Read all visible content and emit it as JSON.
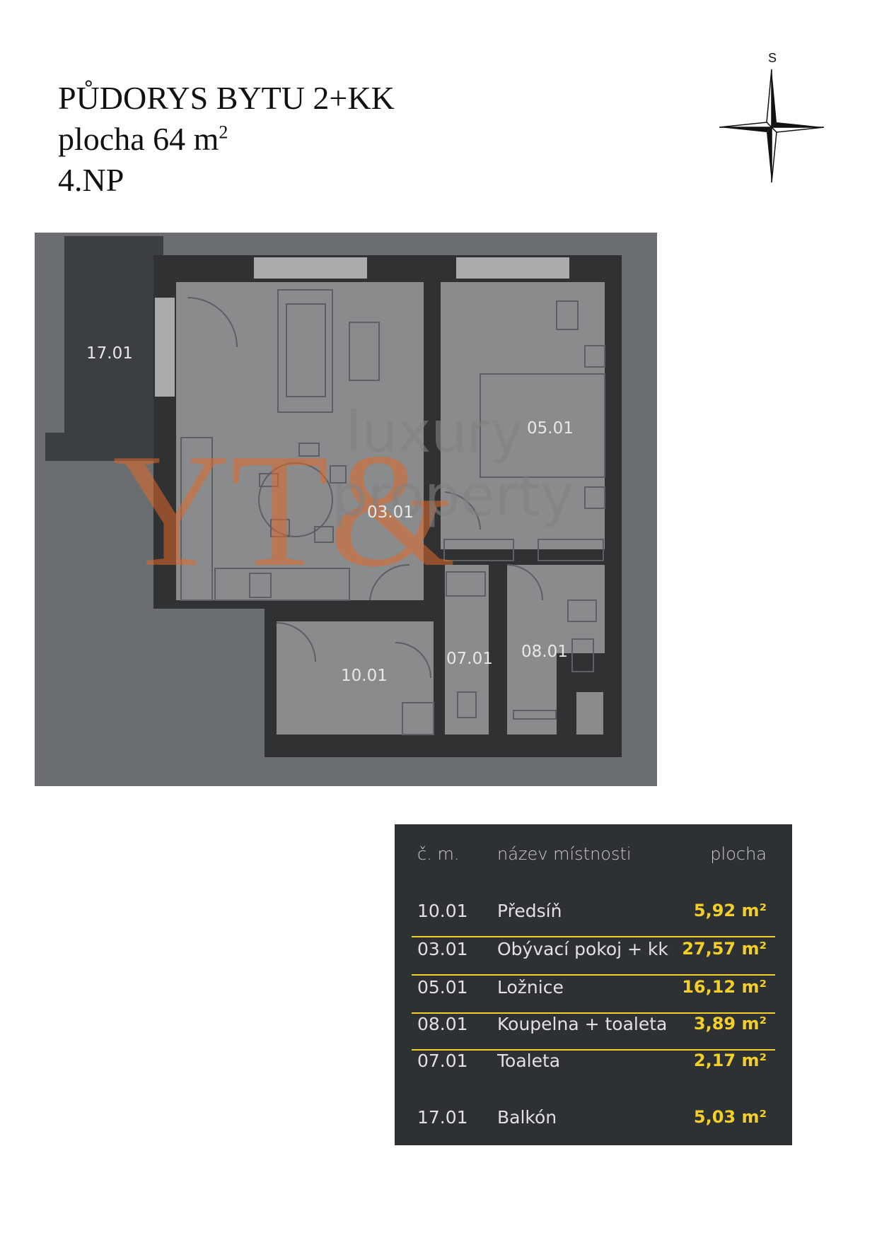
{
  "title": {
    "line1": "PŮDORYS BYTU 2+KK",
    "line2_prefix": "plocha 64 m",
    "line2_sup": "2",
    "line3": "4.NP"
  },
  "compass": {
    "label": "S"
  },
  "plan": {
    "rooms": {
      "r1701": "17.01",
      "r0501": "05.01",
      "r0301": "03.01",
      "r0701": "07.01",
      "r0801": "08.01",
      "r1001": "10.01"
    },
    "watermark": {
      "monogram": "YT&",
      "text1": "luxury",
      "text2": "property"
    }
  },
  "legend": {
    "headers": {
      "no": "č. m.",
      "name": "název místnosti",
      "area": "plocha"
    },
    "rows": [
      {
        "no": "10.01",
        "name": "Předsíň",
        "area": "5,92 m²"
      },
      {
        "no": "03.01",
        "name": "Obývací pokoj + kk",
        "area": "27,57 m²"
      },
      {
        "no": "05.01",
        "name": "Ložnice",
        "area": "16,12 m²"
      },
      {
        "no": "08.01",
        "name": "Koupelna + toaleta",
        "area": "3,89 m²"
      },
      {
        "no": "07.01",
        "name": "Toaleta",
        "area": "2,17 m²"
      },
      {
        "no": "17.01",
        "name": "Balkón",
        "area": "5,03 m²"
      }
    ],
    "colors": {
      "background": "#2e3133",
      "accent": "#f4cf28"
    }
  }
}
